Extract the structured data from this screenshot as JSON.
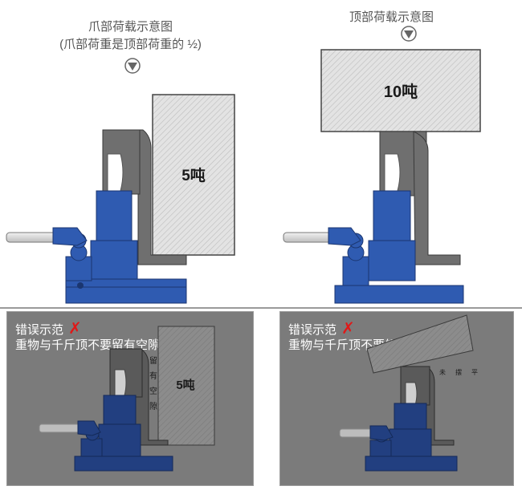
{
  "top_left": {
    "caption_line1": "爪部荷载示意图",
    "caption_line2": "(爪部荷重是顶部荷重的 ½)",
    "load_label": "5吨"
  },
  "top_right": {
    "caption_line1": "顶部荷载示意图",
    "load_label": "10吨"
  },
  "bottom_left": {
    "error_title": "错误示范",
    "error_mark": "✗",
    "error_desc": "重物与千斤顶不要留有空隙",
    "load_label": "5吨",
    "gap_label": [
      "留",
      "有",
      "空",
      "隙"
    ]
  },
  "bottom_right": {
    "error_title": "错误示范",
    "error_mark": "✗",
    "error_desc": "重物与千斤顶不要倾斜",
    "tilt_label": [
      "未",
      "摆",
      "平"
    ]
  },
  "colors": {
    "jack_blue": "#2f5bb1",
    "jack_blue_dark": "#223f80",
    "claw_gray": "#6f6f6f",
    "load_hatch": "#d7d7d7",
    "error_bg": "#7b7b7b",
    "error_mark": "#e01818"
  },
  "icons": [
    "down-arrow-circle-icon",
    "down-arrow-circle-icon",
    "error-cross-icon",
    "error-cross-icon"
  ]
}
